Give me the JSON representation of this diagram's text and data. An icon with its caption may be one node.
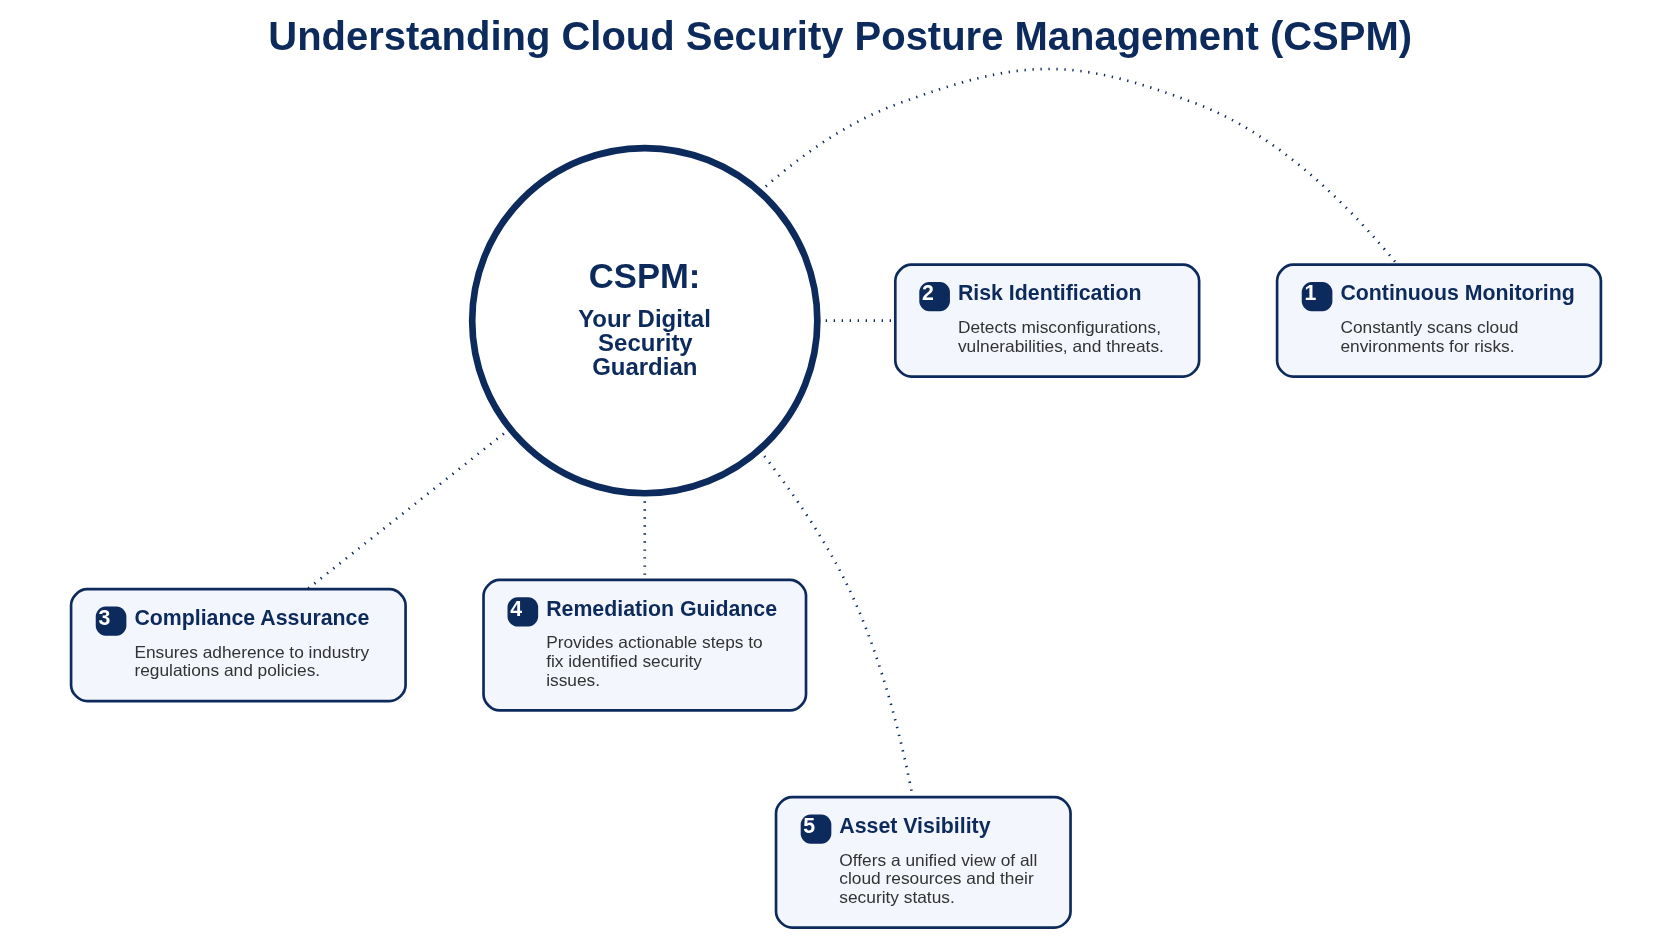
{
  "diagram": {
    "title": "Understanding Cloud Security Posture Management (CSPM)",
    "nodes": [
      {
        "text": [
          "CSPM:",
          "Your Digital Security Guardian"
        ]
      },
      {
        "text": [
          "1",
          "Continuous Monitoring",
          "Constantly scans cloud environments for risks."
        ]
      },
      {
        "text": [
          "2",
          "Risk Identification",
          "Detects misconfigurations, vulnerabilities, and threats."
        ]
      },
      {
        "text": [
          "3",
          "Compliance Assurance",
          "Ensures adherence to industry regulations and policies."
        ]
      },
      {
        "text": [
          "4",
          "Remediation Guidance",
          "Provides actionable steps to fix identified security issues."
        ]
      },
      {
        "text": [
          "5",
          "Asset Visibility",
          "Offers a unified view of all cloud resources and their security status."
        ]
      }
    ],
    "edges": [
      {
        "from": 0,
        "to": 1,
        "arrow": "none",
        "style": "dashed"
      },
      {
        "from": 0,
        "to": 2,
        "arrow": "none",
        "style": "dashed"
      },
      {
        "from": 0,
        "to": 3,
        "arrow": "none",
        "style": "dashed"
      },
      {
        "from": 0,
        "to": 4,
        "arrow": "none",
        "style": "dashed"
      },
      {
        "from": 0,
        "to": 5,
        "arrow": "none",
        "style": "dashed"
      }
    ]
  }
}
